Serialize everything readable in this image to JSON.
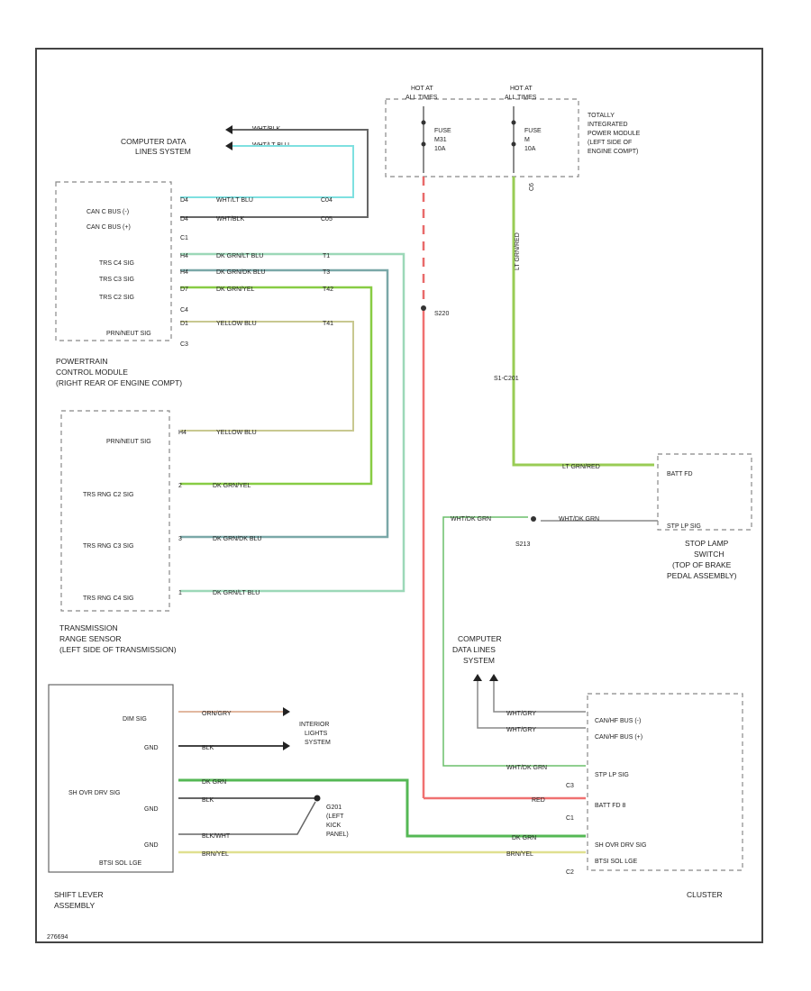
{
  "fuses": {
    "hot_left": [
      "HOT AT",
      "ALL TIMES"
    ],
    "hot_right": [
      "HOT AT",
      "ALL TIMES"
    ],
    "fuse_left": [
      "FUSE",
      "M31",
      "10A"
    ],
    "fuse_right": [
      "FUSE",
      "M",
      "10A"
    ],
    "c_label": "C6"
  },
  "tipm": [
    "TOTALLY",
    "INTEGRATED",
    "POWER MODULE",
    "(LEFT SIDE OF",
    "ENGINE COMPT)"
  ],
  "data_link": [
    "COMPUTER DATA",
    "LINES SYSTEM"
  ],
  "pcm": {
    "pins": [
      "CAN C BUS (-)",
      "CAN C BUS (+)",
      "TRS C4 SIG",
      "TRS C3 SIG",
      "TRS C2 SIG",
      "PRN/NEUT SIG"
    ],
    "conn": [
      "C1",
      "C4",
      "C3"
    ],
    "label": [
      "POWERTRAIN",
      "CONTROL MODULE",
      "(RIGHT REAR OF ENGINE COMPT)"
    ]
  },
  "trs": {
    "pins": [
      "PRN/NEUT SIG",
      "TRS RNG C2 SIG",
      "TRS RNG C3 SIG",
      "TRS RNG C4 SIG"
    ],
    "label": [
      "TRANSMISSION",
      "RANGE SENSOR",
      "(LEFT SIDE OF TRANSMISSION)"
    ]
  },
  "wires": {
    "can1": "WHT/LT BLU",
    "can2": "WHT/BLK",
    "c4": "DK GRN/LT BLU",
    "c3": "DK GRN/DK BLU",
    "c2": "DK GRN/YEL",
    "prn": "YELLOW BLU",
    "fused": "LT GRN/RED",
    "stop": "WHT/DK GRN",
    "red": "RED",
    "orn": "ORN/GRY",
    "blk": "BLK",
    "blkwht": "BLK/WHT",
    "dkgrn": "DK GRN",
    "brnyel": "BRN/YEL",
    "clus1": "WHT/GRY",
    "clus2": "WHT/GRY"
  },
  "pins": {
    "pcm_can1": "D4",
    "pcm_can2": "D4",
    "pcm_c4": "H4",
    "pcm_c3": "H4",
    "pcm_c2": "D7",
    "pcm_prn": "D1",
    "c10a": "C04",
    "c10b": "C05",
    "t1": "T1",
    "t2": "T3",
    "t3": "T42",
    "t4": "T41",
    "trs1": "H4",
    "trs2": "2",
    "trs3": "3",
    "trs4": "1"
  },
  "splices": {
    "s1": "S220",
    "s2": "S213",
    "s3": "S1-C201",
    "s4": "G201",
    "s4_desc": [
      "(LEFT",
      "KICK",
      "PANEL)"
    ]
  },
  "stop_switch": {
    "pins": [
      "BATT FD",
      "STP LP SIG"
    ],
    "label": [
      "STOP LAMP",
      "SWITCH",
      "(TOP OF BRAKE",
      "PEDAL ASSEMBLY)"
    ]
  },
  "gateway": [
    "COMPUTER",
    "DATA LINES",
    "SYSTEM"
  ],
  "cluster": {
    "pins": [
      "CAN/HF BUS (-)",
      "CAN/HF BUS (+)",
      "STP LP SIG",
      "BATT FD 8",
      "SH OVR DRV SIG",
      "BTSI SOL LGE"
    ],
    "conn": [
      "C3",
      "C1",
      "C2"
    ],
    "label": "CLUSTER"
  },
  "shift": {
    "pins": [
      "DIM SIG",
      "GND",
      "SH OVR DRV SIG",
      "GND",
      "GND",
      "BTSI SOL LGE"
    ],
    "label": [
      "SHIFT LEVER",
      "ASSEMBLY"
    ]
  },
  "interior": [
    "INTERIOR",
    "LIGHTS",
    "SYSTEM"
  ],
  "footer": "276694"
}
